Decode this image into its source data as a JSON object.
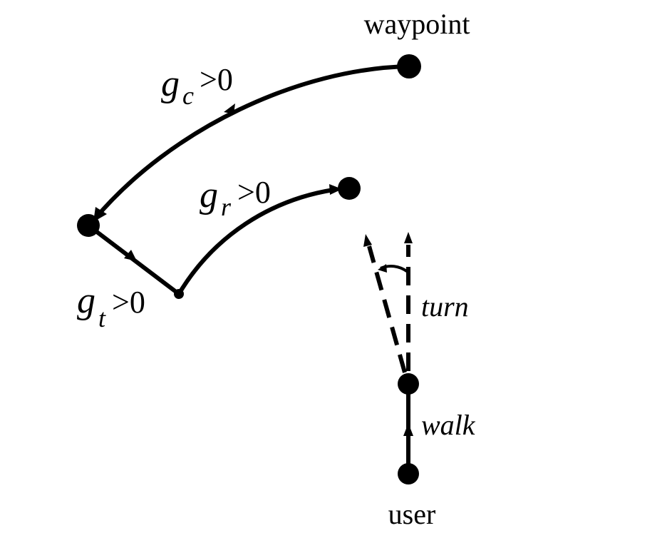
{
  "labels": {
    "waypoint": "waypoint",
    "user": "user",
    "walk": "walk",
    "turn": "turn"
  },
  "gains": {
    "curvature": {
      "symbol": "g",
      "subscript": "c",
      "relation": ">0"
    },
    "rotation": {
      "symbol": "g",
      "subscript": "r",
      "relation": ">0"
    },
    "translation": {
      "symbol": "g",
      "subscript": "t",
      "relation": ">0"
    }
  },
  "colors": {
    "ink": "#000000",
    "background": "#ffffff"
  }
}
